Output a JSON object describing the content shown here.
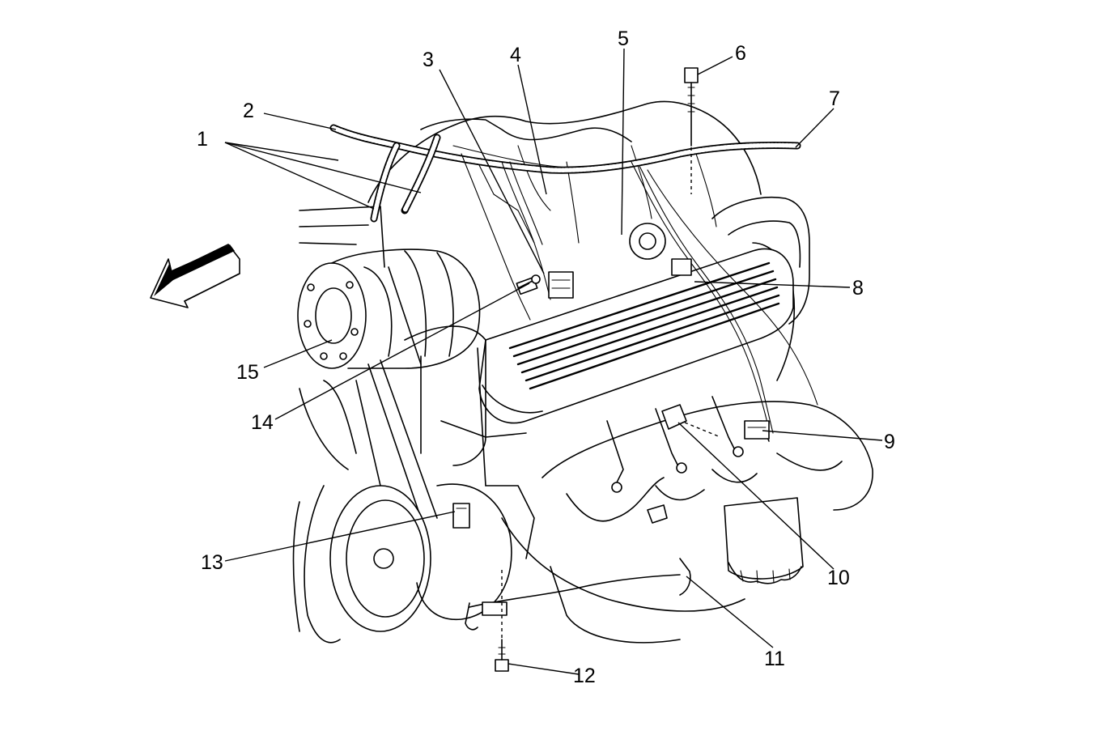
{
  "figure": {
    "callouts": [
      {
        "id": "1",
        "text": "1"
      },
      {
        "id": "2",
        "text": "2"
      },
      {
        "id": "3",
        "text": "3"
      },
      {
        "id": "4",
        "text": "4"
      },
      {
        "id": "5",
        "text": "5"
      },
      {
        "id": "6",
        "text": "6"
      },
      {
        "id": "7",
        "text": "7"
      },
      {
        "id": "8",
        "text": "8"
      },
      {
        "id": "9",
        "text": "9"
      },
      {
        "id": "10",
        "text": "10"
      },
      {
        "id": "11",
        "text": "11"
      },
      {
        "id": "12",
        "text": "12"
      },
      {
        "id": "13",
        "text": "13"
      },
      {
        "id": "14",
        "text": "14"
      },
      {
        "id": "15",
        "text": "15"
      }
    ],
    "line_color": "#000000",
    "background": "#ffffff",
    "direction_arrow_icon": "front-direction-arrow-icon"
  }
}
